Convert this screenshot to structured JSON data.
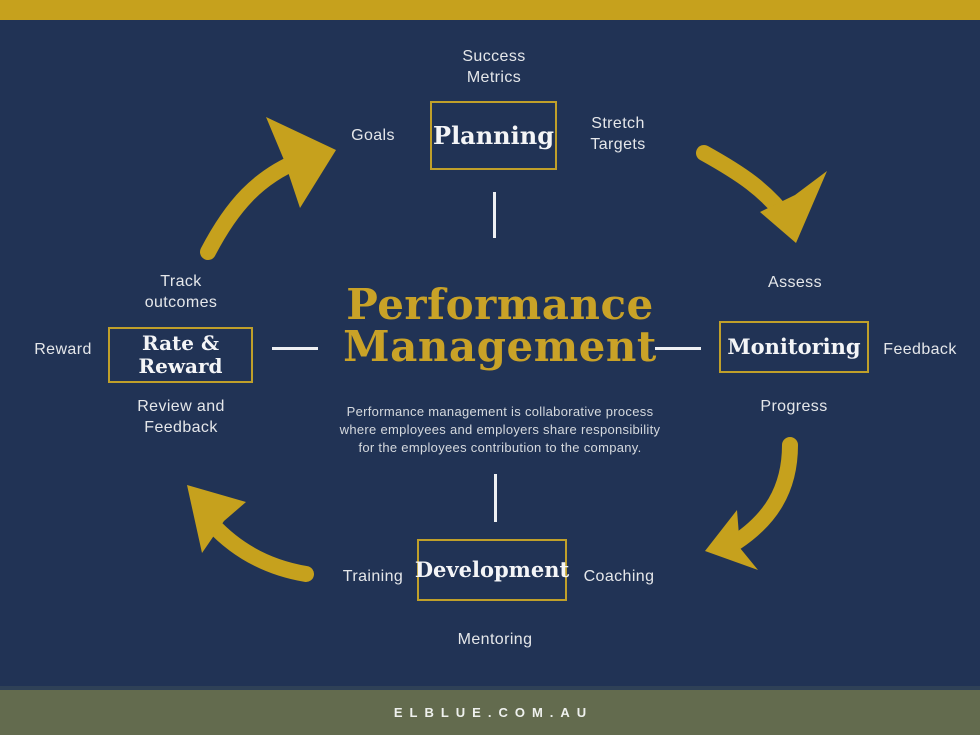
{
  "colors": {
    "navy": "#213355",
    "gold": "#C6A11D",
    "gold-title": "#C9A227",
    "gold-border": "#C0A02A",
    "olive": "#636B4E",
    "divider": "#2F4157",
    "text-light": "#E5E7EA",
    "text-desc": "#D5D9DE",
    "box-text": "#F4F5F7",
    "connector": "#EEF0F3",
    "footer-text": "#EFF1EE"
  },
  "title": {
    "line1": "Performance",
    "line2": "Management"
  },
  "description": {
    "lines": [
      "Performance management is collaborative process",
      "where employees and employers share responsibility",
      "for the employees contribution to the company."
    ]
  },
  "nodes": {
    "planning": {
      "label": "Planning",
      "satellites": {
        "top": "Success Metrics",
        "left": "Goals",
        "right": "Stretch Targets"
      }
    },
    "monitoring": {
      "label": "Monitoring",
      "satellites": {
        "top": "Assess",
        "right": "Feedback",
        "bottom": "Progress"
      }
    },
    "rate_reward": {
      "label": "Rate & Reward",
      "satellites": {
        "top": "Track outcomes",
        "left": "Reward",
        "bottom": "Review and Feedback"
      }
    },
    "development": {
      "label": "Development",
      "satellites": {
        "left": "Training",
        "right": "Coaching",
        "bottom": "Mentoring"
      }
    }
  },
  "icons": {
    "arrows": [
      "curved-arrow-up-right",
      "curved-arrow-down-right",
      "curved-arrow-down-left",
      "curved-arrow-up-left"
    ]
  },
  "footer": {
    "site": "ELBLUE.COM.AU"
  }
}
